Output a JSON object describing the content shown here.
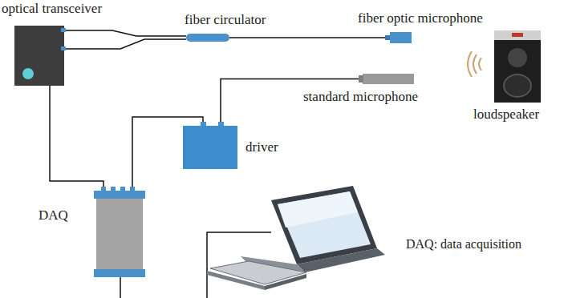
{
  "diagram": {
    "nodes": [
      {
        "text": [
          "optical transceiver"
        ]
      },
      {
        "text": [
          "fiber circulator"
        ]
      },
      {
        "text": [
          "fiber optic microphone"
        ]
      },
      {
        "text": [
          "standard microphone"
        ]
      },
      {
        "text": [
          "loudspeaker"
        ]
      },
      {
        "text": [
          "driver"
        ]
      },
      {
        "text": [
          "DAQ"
        ]
      }
    ],
    "edges": [
      {
        "from": 0,
        "to": 1,
        "arrow": "none"
      },
      {
        "from": 0,
        "to": 1,
        "arrow": "none"
      },
      {
        "from": 1,
        "to": 2,
        "arrow": "none"
      },
      {
        "from": 0,
        "to": 6,
        "arrow": "none"
      },
      {
        "from": 6,
        "to": 5,
        "arrow": "none"
      },
      {
        "from": 5,
        "to": 3,
        "arrow": "none"
      }
    ],
    "labels": [
      "DAQ: data acquisition"
    ]
  }
}
